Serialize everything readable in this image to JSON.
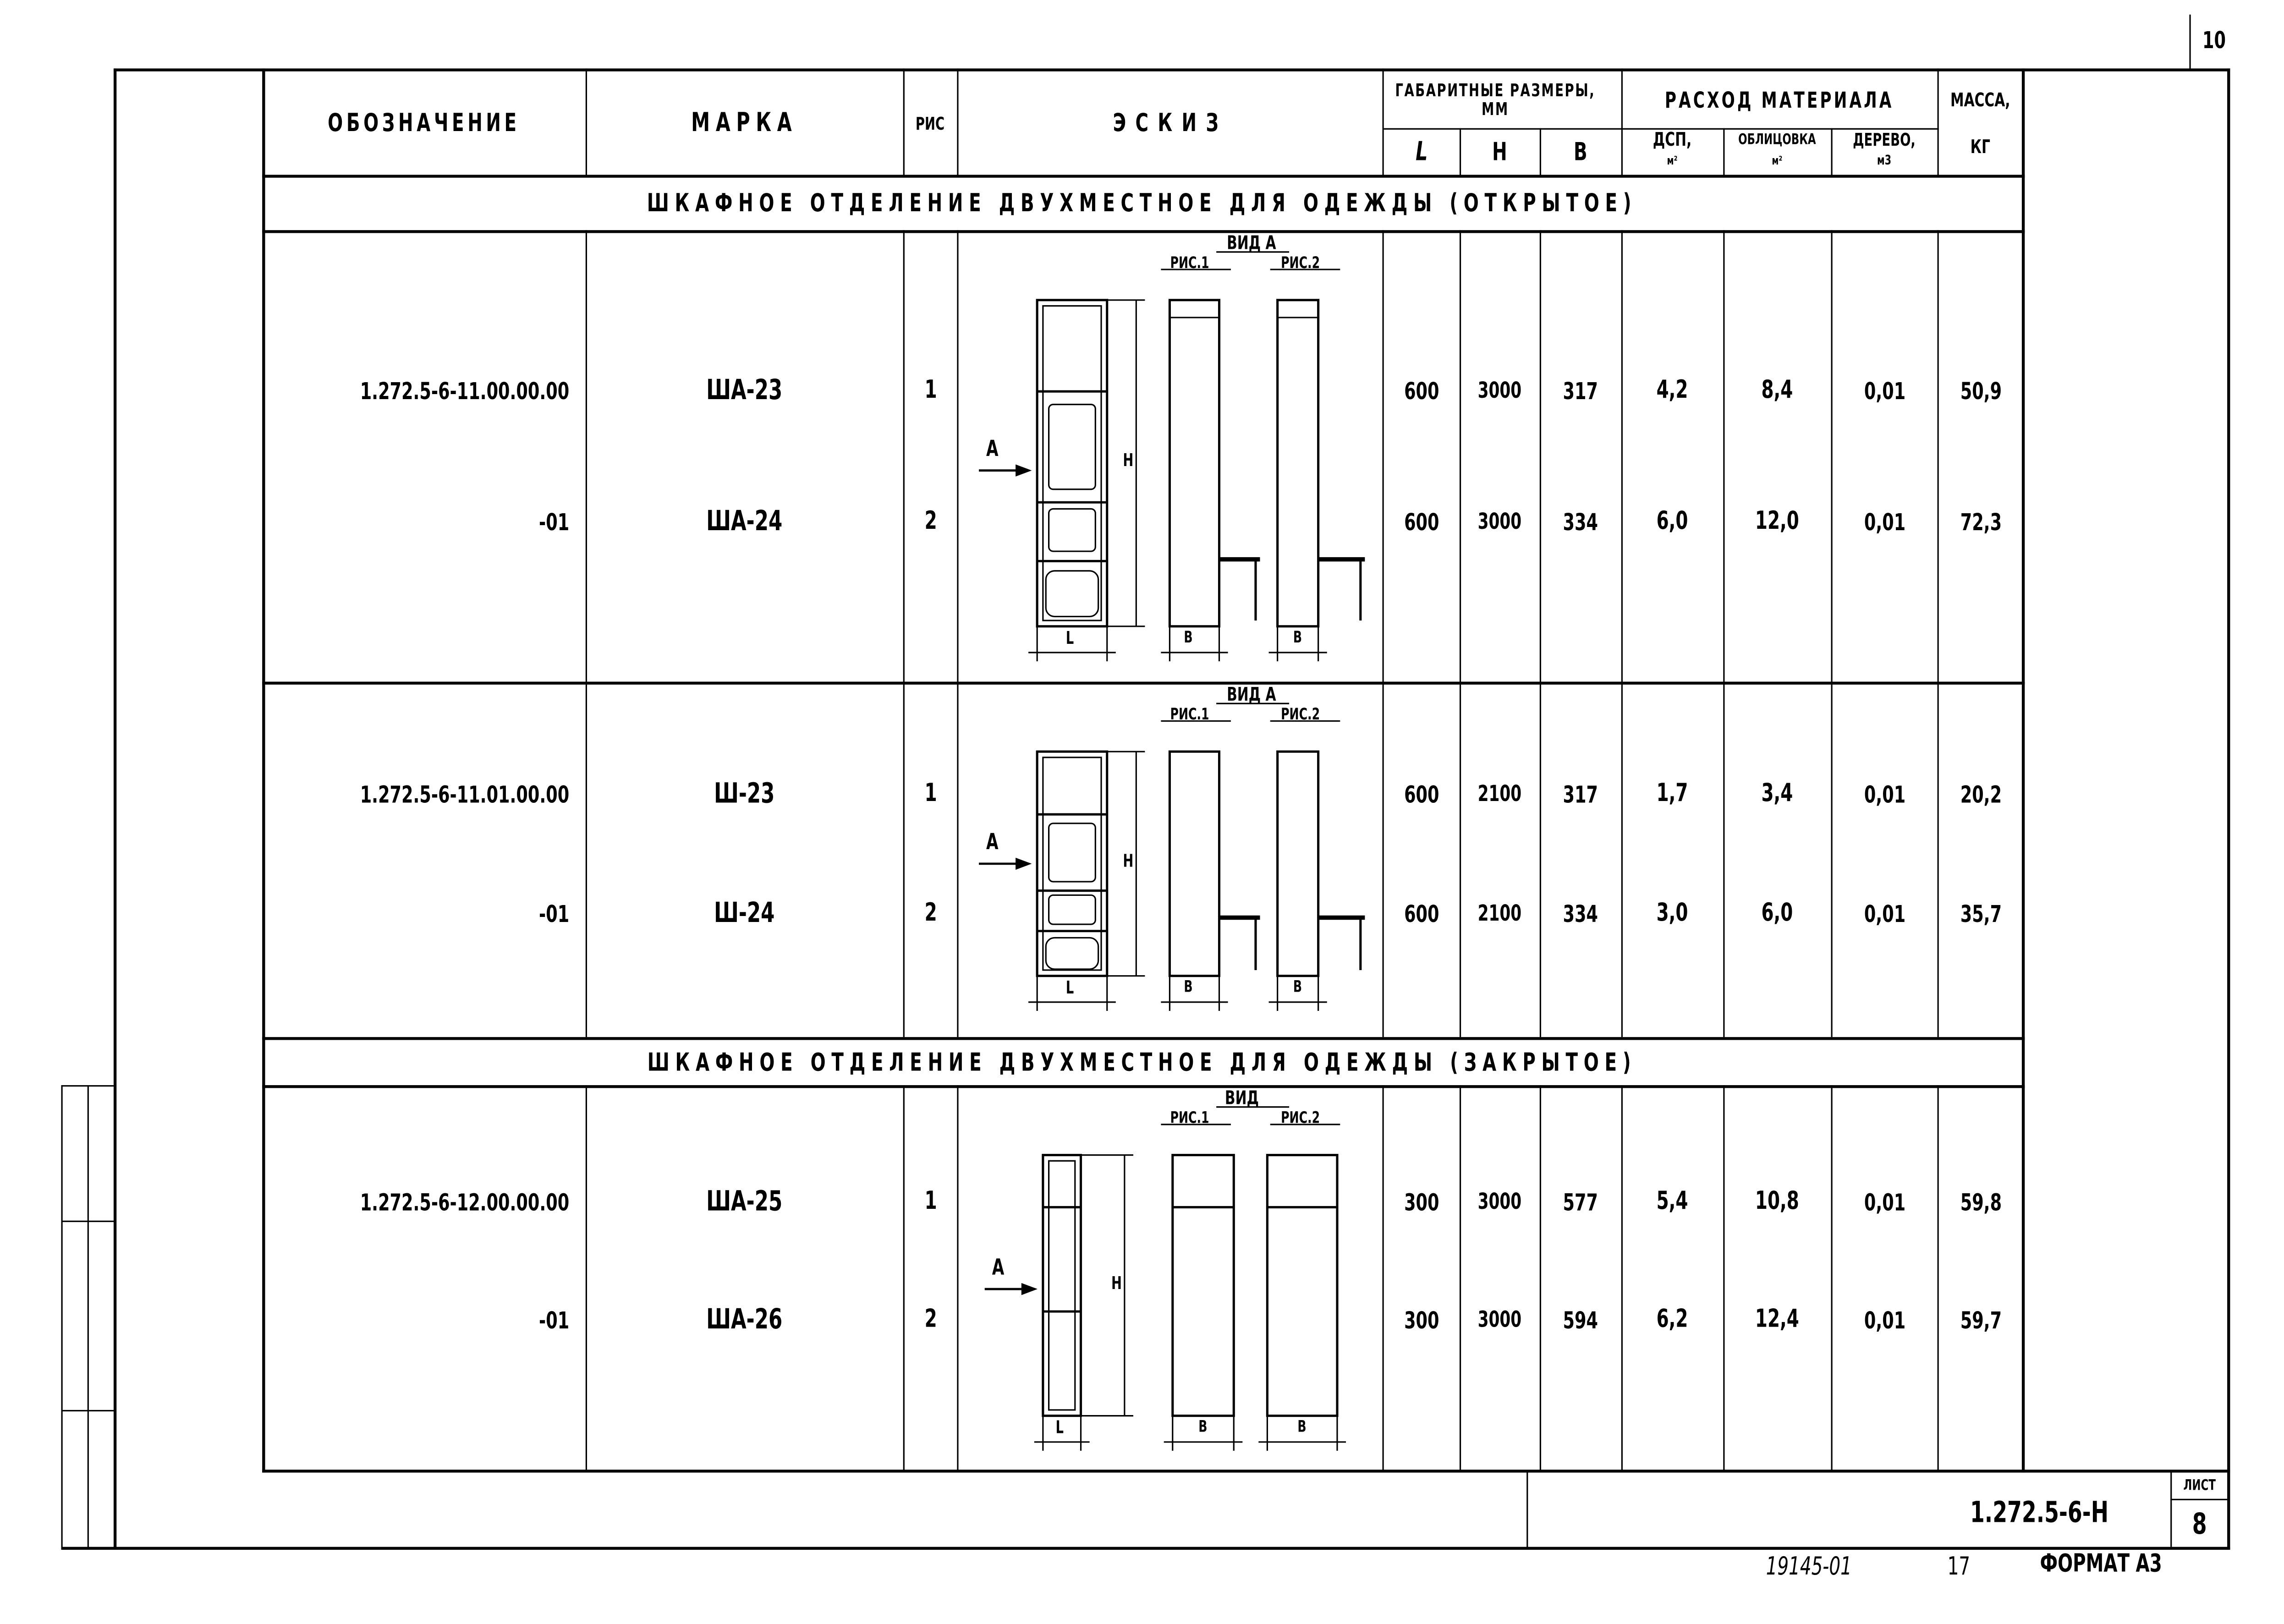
{
  "page_number": "10",
  "header": {
    "designation": "ОБОЗНАЧЕНИЕ",
    "mark": "МАРКА",
    "fig": "РИС",
    "sketch": "ЭСКИЗ",
    "dimensions": "ГАБАРИТНЫЕ РАЗМЕРЫ, ММ",
    "dim_l": "L",
    "dim_h": "H",
    "dim_b": "B",
    "material": "РАСХОД МАТЕРИАЛА",
    "dsp": "ДСП,",
    "dsp_unit": "м²",
    "facing": "ОБЛИЦОВКА",
    "facing_unit": "м²",
    "wood": "ДЕРЕВО,",
    "wood_unit": "м3",
    "mass": "МАССА,",
    "mass_unit": "КГ"
  },
  "sections": [
    {
      "title": "ШКАФНОЕ ОТДЕЛЕНИЕ ДВУХМЕСТНОЕ ДЛЯ ОДЕЖДЫ (ОТКРЫТОЕ)"
    },
    {
      "title": "ШКАФНОЕ ОТДЕЛЕНИЕ ДВУХМЕСТНОЕ ДЛЯ ОДЕЖДЫ (ЗАКРЫТОЕ)"
    }
  ],
  "groups": [
    {
      "sketch_labels": {
        "view": "ВИД А",
        "fig1": "РИС.1",
        "fig2": "РИС.2",
        "arrow": "А",
        "h": "H",
        "l": "L",
        "b": "B"
      },
      "rows": [
        {
          "designation": "1.272.5-6-11.00.00.00",
          "mark": "ША-23",
          "fig": "1",
          "l": "600",
          "h": "3000",
          "b": "317",
          "dsp": "4,2",
          "facing": "8,4",
          "wood": "0,01",
          "mass": "50,9"
        },
        {
          "designation": "-01",
          "mark": "ША-24",
          "fig": "2",
          "l": "600",
          "h": "3000",
          "b": "334",
          "dsp": "6,0",
          "facing": "12,0",
          "wood": "0,01",
          "mass": "72,3"
        }
      ]
    },
    {
      "sketch_labels": {
        "view": "ВИД А",
        "fig1": "РИС.1",
        "fig2": "РИС.2",
        "arrow": "А",
        "h": "H",
        "l": "L",
        "b": "B"
      },
      "rows": [
        {
          "designation": "1.272.5-6-11.01.00.00",
          "mark": "Ш-23",
          "fig": "1",
          "l": "600",
          "h": "2100",
          "b": "317",
          "dsp": "1,7",
          "facing": "3,4",
          "wood": "0,01",
          "mass": "20,2"
        },
        {
          "designation": "-01",
          "mark": "Ш-24",
          "fig": "2",
          "l": "600",
          "h": "2100",
          "b": "334",
          "dsp": "3,0",
          "facing": "6,0",
          "wood": "0,01",
          "mass": "35,7"
        }
      ]
    },
    {
      "sketch_labels": {
        "view": "ВИД",
        "fig1": "РИС.1",
        "fig2": "РИС.2",
        "arrow": "А",
        "h": "H",
        "l": "L",
        "b": "B"
      },
      "rows": [
        {
          "designation": "1.272.5-6-12.00.00.00",
          "mark": "ША-25",
          "fig": "1",
          "l": "300",
          "h": "3000",
          "b": "577",
          "dsp": "5,4",
          "facing": "10,8",
          "wood": "0,01",
          "mass": "59,8"
        },
        {
          "designation": "-01",
          "mark": "ША-26",
          "fig": "2",
          "l": "300",
          "h": "3000",
          "b": "594",
          "dsp": "6,2",
          "facing": "12,4",
          "wood": "0,01",
          "mass": "59,7"
        }
      ]
    }
  ],
  "title_block": {
    "code": "1.272.5-6-Н",
    "sheet_label": "ЛИСТ",
    "sheet_number": "8"
  },
  "footer": {
    "inventory": "19145-01",
    "number": "17",
    "format": "ФОРМАТ А3"
  }
}
